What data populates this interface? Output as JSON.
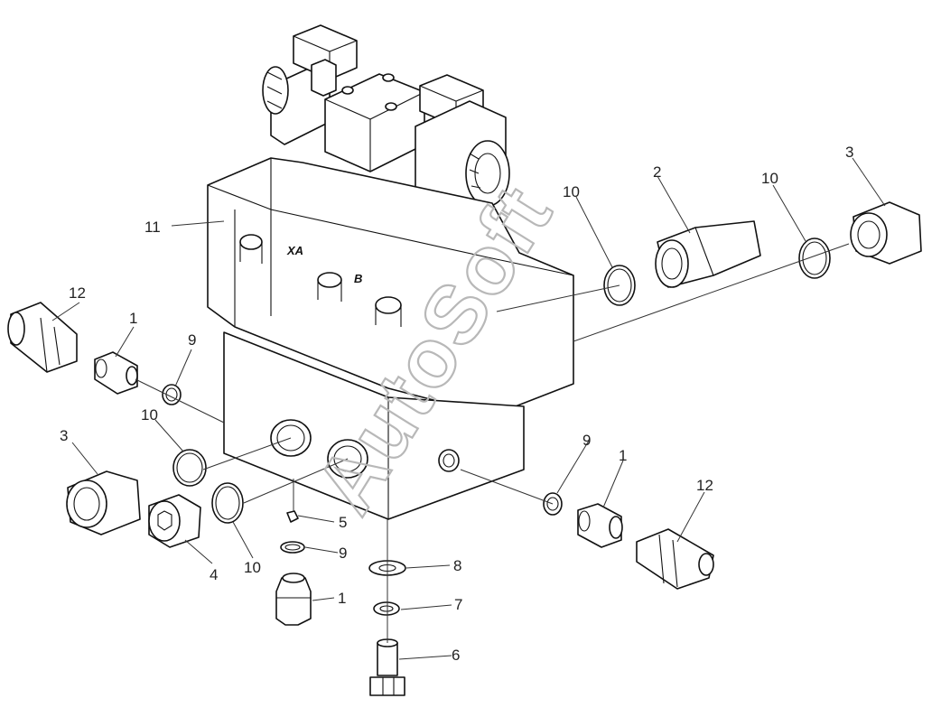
{
  "watermark": "AutoSoft",
  "port_labels": {
    "xa": "XA",
    "b": "B"
  },
  "callouts": [
    {
      "id": "c11",
      "text": "11"
    },
    {
      "id": "c12a",
      "text": "12"
    },
    {
      "id": "c1a",
      "text": "1"
    },
    {
      "id": "c9a",
      "text": "9"
    },
    {
      "id": "c10a",
      "text": "10"
    },
    {
      "id": "c3a",
      "text": "3"
    },
    {
      "id": "c4",
      "text": "4"
    },
    {
      "id": "c10b",
      "text": "10"
    },
    {
      "id": "c5",
      "text": "5"
    },
    {
      "id": "c9b",
      "text": "9"
    },
    {
      "id": "c1b",
      "text": "1"
    },
    {
      "id": "c8",
      "text": "8"
    },
    {
      "id": "c7",
      "text": "7"
    },
    {
      "id": "c6",
      "text": "6"
    },
    {
      "id": "c9c",
      "text": "9"
    },
    {
      "id": "c1c",
      "text": "1"
    },
    {
      "id": "c12b",
      "text": "12"
    },
    {
      "id": "c10c",
      "text": "10"
    },
    {
      "id": "c2",
      "text": "2"
    },
    {
      "id": "c10d",
      "text": "10"
    },
    {
      "id": "c3b",
      "text": "3"
    }
  ]
}
